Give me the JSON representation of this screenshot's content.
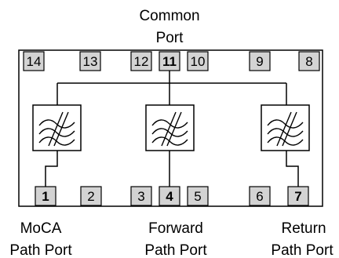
{
  "labels": {
    "common_line1": "Common",
    "common_line2": "Port",
    "moca_line1": "MoCA",
    "moca_line2": "Path Port",
    "forward_line1": "Forward",
    "forward_line2": "Path Port",
    "return_line1": "Return",
    "return_line2": "Path Port"
  },
  "pins_top": [
    {
      "num": "14",
      "bold": false
    },
    {
      "num": "13",
      "bold": false
    },
    {
      "num": "12",
      "bold": false
    },
    {
      "num": "11",
      "bold": true
    },
    {
      "num": "10",
      "bold": false
    },
    {
      "num": "9",
      "bold": false
    },
    {
      "num": "8",
      "bold": false
    }
  ],
  "pins_bottom": [
    {
      "num": "1",
      "bold": true
    },
    {
      "num": "2",
      "bold": false
    },
    {
      "num": "3",
      "bold": false
    },
    {
      "num": "4",
      "bold": true
    },
    {
      "num": "5",
      "bold": false
    },
    {
      "num": "6",
      "bold": false
    },
    {
      "num": "7",
      "bold": true
    }
  ],
  "filter_icon": "bandpass-filter-icon"
}
